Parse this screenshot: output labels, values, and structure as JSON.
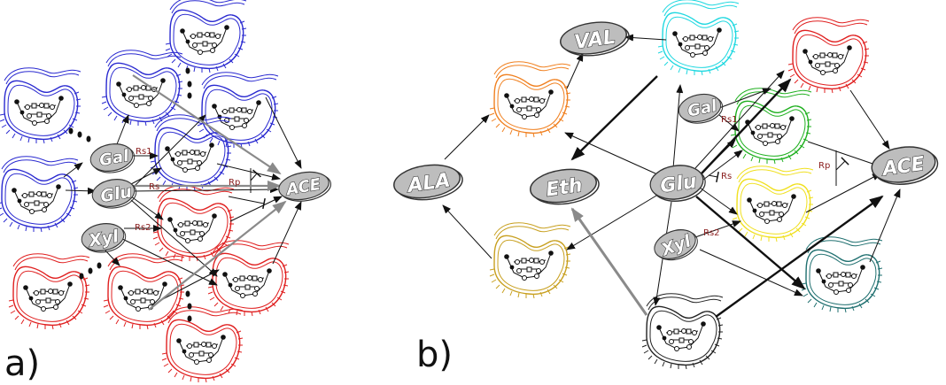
{
  "panels": {
    "a": {
      "label": "a)",
      "nodes": {
        "gal": "Gal",
        "glu": "Glu",
        "xyl": "Xyl",
        "ace": "ACE"
      },
      "rates": {
        "rs1": "Rs1",
        "rs": "Rs",
        "rs2": "Rs2",
        "rp": "Rp"
      }
    },
    "b": {
      "label": "b)",
      "nodes": {
        "val": "VAL",
        "ala": "ALA",
        "eth": "Eth",
        "glu": "Glu",
        "gal": "Gal",
        "xyl": "Xyl",
        "ace": "ACE"
      },
      "rates": {
        "rs1": "Rs1",
        "rs": "Rs",
        "rs2": "Rs2",
        "rp": "Rp"
      }
    }
  },
  "colors": {
    "blue_cell": "#2a2ad0",
    "red_cell": "#e02020",
    "orange_cell": "#f08020",
    "cyan_cell": "#20d8e0",
    "green_cell": "#20b020",
    "yellow_cell": "#f0e020",
    "gold_cell": "#c8a020",
    "teal_cell": "#207070",
    "black_cell": "#222222",
    "node_fill": "#bdbdbd",
    "gray_arrow": "#8a8a8a",
    "arrow": "#111111"
  },
  "icons": {
    "cell": "bacterium-cell-icon",
    "metabolite": "metabolite-ellipse-icon"
  }
}
